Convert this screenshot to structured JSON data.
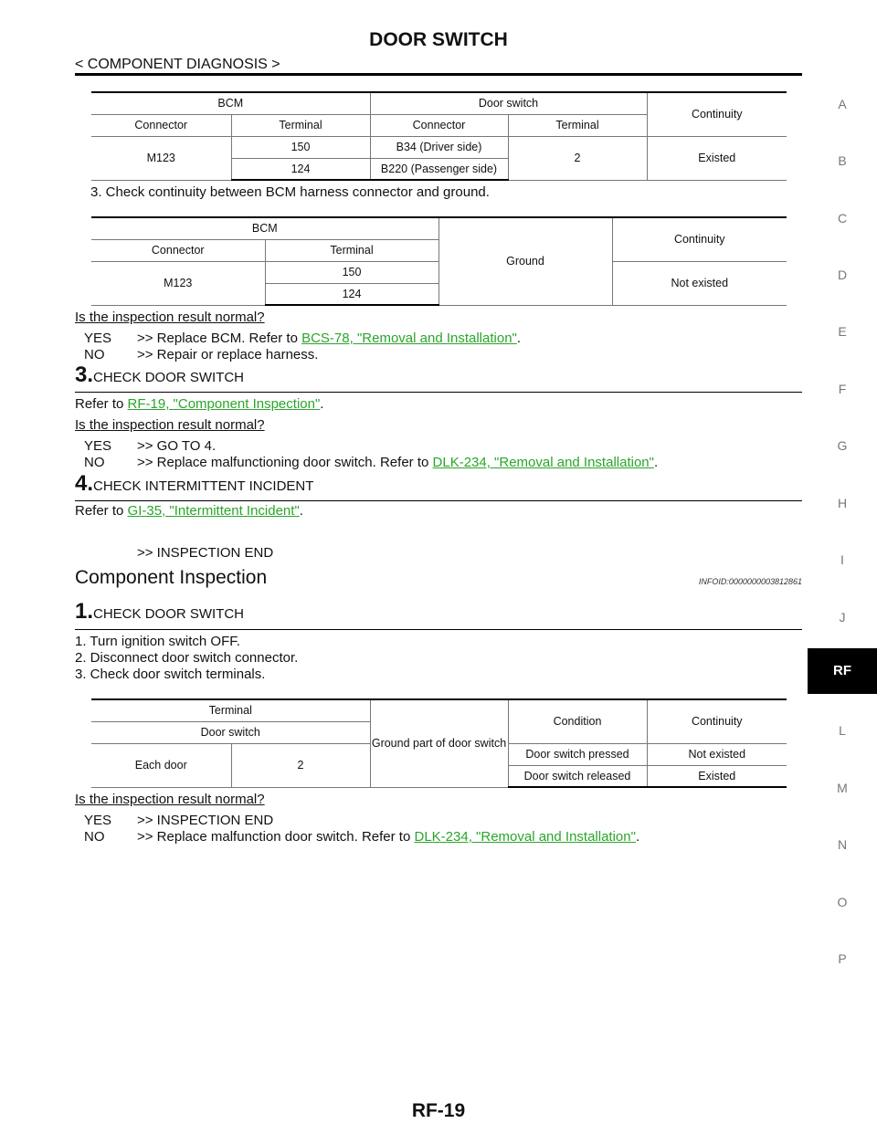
{
  "header": {
    "title": "DOOR SWITCH",
    "subtitle": "< COMPONENT DIAGNOSIS >"
  },
  "side_index": {
    "letters": [
      "A",
      "B",
      "C",
      "D",
      "E",
      "F",
      "G",
      "H",
      "I",
      "J",
      "RF",
      "L",
      "M",
      "N",
      "O",
      "P"
    ],
    "active": "RF"
  },
  "table1": {
    "h_bcm": "BCM",
    "h_door_switch": "Door switch",
    "h_continuity": "Continuity",
    "h_connector": "Connector",
    "h_terminal": "Terminal",
    "connector": "M123",
    "rows": [
      {
        "terminal": "150",
        "ds_connector": "B34 (Driver side)"
      },
      {
        "terminal": "124",
        "ds_connector": "B220 (Passenger side)"
      }
    ],
    "ds_terminal": "2",
    "continuity": "Existed"
  },
  "step3_instruction": "3. Check continuity between BCM harness connector and ground.",
  "table2": {
    "h_bcm": "BCM",
    "h_ground": "Ground",
    "h_continuity": "Continuity",
    "h_connector": "Connector",
    "h_terminal": "Terminal",
    "connector": "M123",
    "terminals": [
      "150",
      "124"
    ],
    "continuity": "Not existed"
  },
  "q1": "Is the inspection result normal?",
  "yes1": {
    "label": "YES",
    "text": ">> Replace BCM. Refer to ",
    "link": "BCS-78, \"Removal and Installation\"",
    "tail": "."
  },
  "no1": {
    "label": "NO",
    "text": ">> Repair or replace harness."
  },
  "step3": {
    "num": "3.",
    "title": "CHECK DOOR SWITCH"
  },
  "refer1": {
    "prefix": "Refer to ",
    "link": "RF-19, \"Component Inspection\"",
    "tail": "."
  },
  "q2": "Is the inspection result normal?",
  "yes2": {
    "label": "YES",
    "text": ">> GO TO 4."
  },
  "no2": {
    "label": "NO",
    "text": ">> Replace malfunctioning door switch. Refer to ",
    "link": "DLK-234, \"Removal and Installation\"",
    "tail": "."
  },
  "step4": {
    "num": "4.",
    "title": "CHECK INTERMITTENT INCIDENT"
  },
  "refer2": {
    "prefix": "Refer to ",
    "link": "GI-35, \"Intermittent Incident\"",
    "tail": "."
  },
  "end1": ">> INSPECTION END",
  "section": {
    "title": "Component Inspection",
    "infoid": "INFOID:0000000003812861"
  },
  "step1": {
    "num": "1.",
    "title": "CHECK DOOR SWITCH"
  },
  "instructions": [
    "1. Turn ignition switch OFF.",
    "2. Disconnect door switch connector.",
    "3. Check door switch terminals."
  ],
  "table3": {
    "h_terminal": "Terminal",
    "h_door_switch": "Door switch",
    "h_ground": "Ground part of door switch",
    "h_condition": "Condition",
    "h_continuity": "Continuity",
    "each_door": "Each door",
    "terminal": "2",
    "rows": [
      {
        "condition": "Door switch pressed",
        "continuity": "Not existed"
      },
      {
        "condition": "Door switch released",
        "continuity": "Existed"
      }
    ]
  },
  "q3": "Is the inspection result normal?",
  "yes3": {
    "label": "YES",
    "text": ">> INSPECTION END"
  },
  "no3": {
    "label": "NO",
    "text": ">> Replace malfunction door switch. Refer to ",
    "link": "DLK-234, \"Removal and Installation\"",
    "tail": "."
  },
  "footer": {
    "page": "RF-19"
  }
}
